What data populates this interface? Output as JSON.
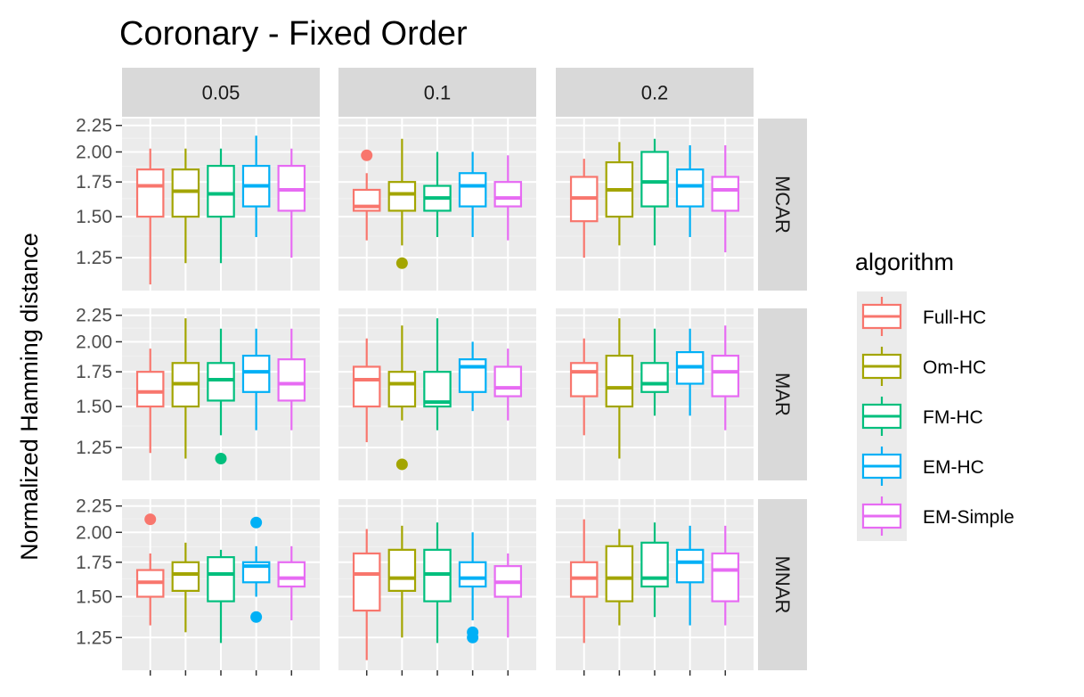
{
  "chart_data": {
    "type": "boxplot",
    "title": "Coronary - Fixed Order",
    "ylabel": "Normalized Hamming distance",
    "xlabel": "",
    "y_scale": "log",
    "ylim": [
      1.08,
      2.32
    ],
    "yticks": [
      1.25,
      1.5,
      1.75,
      2.0,
      2.25
    ],
    "ytick_labels": [
      "1.25",
      "1.50",
      "1.75",
      "2.00",
      "2.25"
    ],
    "x_tick_labels_shown": false,
    "grid": true,
    "legend": {
      "title": "algorithm",
      "placement": "right"
    },
    "columns": [
      "0.05",
      "0.1",
      "0.2"
    ],
    "rows": [
      "MCAR",
      "MAR",
      "MNAR"
    ],
    "algorithms": [
      {
        "name": "Full-HC",
        "color": "#F8766D"
      },
      {
        "name": "Om-HC",
        "color": "#A3A500"
      },
      {
        "name": "FM-HC",
        "color": "#00BF7D"
      },
      {
        "name": "EM-HC",
        "color": "#00B0F6"
      },
      {
        "name": "EM-Simple",
        "color": "#E76BF3"
      }
    ],
    "panels": [
      {
        "row": "MCAR",
        "col": "0.05",
        "boxes": [
          {
            "algorithm": "Full-HC",
            "min": 1.11,
            "q1": 1.5,
            "median": 1.72,
            "q3": 1.85,
            "max": 2.03,
            "outliers": []
          },
          {
            "algorithm": "Om-HC",
            "min": 1.22,
            "q1": 1.5,
            "median": 1.68,
            "q3": 1.85,
            "max": 2.03,
            "outliers": []
          },
          {
            "algorithm": "FM-HC",
            "min": 1.22,
            "q1": 1.5,
            "median": 1.66,
            "q3": 1.88,
            "max": 2.03,
            "outliers": []
          },
          {
            "algorithm": "EM-HC",
            "min": 1.37,
            "q1": 1.57,
            "median": 1.72,
            "q3": 1.88,
            "max": 2.15,
            "outliers": []
          },
          {
            "algorithm": "EM-Simple",
            "min": 1.25,
            "q1": 1.54,
            "median": 1.69,
            "q3": 1.88,
            "max": 2.03,
            "outliers": []
          }
        ]
      },
      {
        "row": "MCAR",
        "col": "0.1",
        "boxes": [
          {
            "algorithm": "Full-HC",
            "min": 1.35,
            "q1": 1.54,
            "median": 1.57,
            "q3": 1.69,
            "max": 1.82,
            "outliers": [
              1.97
            ]
          },
          {
            "algorithm": "Om-HC",
            "min": 1.32,
            "q1": 1.54,
            "median": 1.66,
            "q3": 1.75,
            "max": 2.12,
            "outliers": [
              1.22
            ]
          },
          {
            "algorithm": "FM-HC",
            "min": 1.37,
            "q1": 1.54,
            "median": 1.63,
            "q3": 1.72,
            "max": 2.0,
            "outliers": []
          },
          {
            "algorithm": "EM-HC",
            "min": 1.37,
            "q1": 1.57,
            "median": 1.72,
            "q3": 1.82,
            "max": 2.0,
            "outliers": []
          },
          {
            "algorithm": "EM-Simple",
            "min": 1.35,
            "q1": 1.57,
            "median": 1.63,
            "q3": 1.75,
            "max": 1.97,
            "outliers": []
          }
        ]
      },
      {
        "row": "MCAR",
        "col": "0.2",
        "boxes": [
          {
            "algorithm": "Full-HC",
            "min": 1.25,
            "q1": 1.47,
            "median": 1.63,
            "q3": 1.79,
            "max": 1.94,
            "outliers": []
          },
          {
            "algorithm": "Om-HC",
            "min": 1.32,
            "q1": 1.5,
            "median": 1.69,
            "q3": 1.91,
            "max": 2.09,
            "outliers": []
          },
          {
            "algorithm": "FM-HC",
            "min": 1.32,
            "q1": 1.57,
            "median": 1.75,
            "q3": 2.0,
            "max": 2.12,
            "outliers": []
          },
          {
            "algorithm": "EM-HC",
            "min": 1.37,
            "q1": 1.57,
            "median": 1.72,
            "q3": 1.85,
            "max": 2.06,
            "outliers": []
          },
          {
            "algorithm": "EM-Simple",
            "min": 1.28,
            "q1": 1.54,
            "median": 1.69,
            "q3": 1.79,
            "max": 2.06,
            "outliers": []
          }
        ]
      },
      {
        "row": "MAR",
        "col": "0.05",
        "boxes": [
          {
            "algorithm": "Full-HC",
            "min": 1.22,
            "q1": 1.5,
            "median": 1.6,
            "q3": 1.75,
            "max": 1.94,
            "outliers": []
          },
          {
            "algorithm": "Om-HC",
            "min": 1.19,
            "q1": 1.5,
            "median": 1.66,
            "q3": 1.82,
            "max": 2.22,
            "outliers": []
          },
          {
            "algorithm": "FM-HC",
            "min": 1.32,
            "q1": 1.54,
            "median": 1.69,
            "q3": 1.82,
            "max": 2.12,
            "outliers": [
              1.19
            ]
          },
          {
            "algorithm": "EM-HC",
            "min": 1.35,
            "q1": 1.6,
            "median": 1.75,
            "q3": 1.88,
            "max": 2.12,
            "outliers": []
          },
          {
            "algorithm": "EM-Simple",
            "min": 1.35,
            "q1": 1.54,
            "median": 1.66,
            "q3": 1.85,
            "max": 2.12,
            "outliers": []
          }
        ]
      },
      {
        "row": "MAR",
        "col": "0.1",
        "boxes": [
          {
            "algorithm": "Full-HC",
            "min": 1.28,
            "q1": 1.5,
            "median": 1.69,
            "q3": 1.79,
            "max": 2.03,
            "outliers": []
          },
          {
            "algorithm": "Om-HC",
            "min": 1.41,
            "q1": 1.5,
            "median": 1.66,
            "q3": 1.75,
            "max": 2.15,
            "outliers": [
              1.16
            ]
          },
          {
            "algorithm": "FM-HC",
            "min": 1.35,
            "q1": 1.5,
            "median": 1.53,
            "q3": 1.75,
            "max": 2.22,
            "outliers": []
          },
          {
            "algorithm": "EM-HC",
            "min": 1.47,
            "q1": 1.6,
            "median": 1.79,
            "q3": 1.85,
            "max": 2.0,
            "outliers": []
          },
          {
            "algorithm": "EM-Simple",
            "min": 1.41,
            "q1": 1.57,
            "median": 1.63,
            "q3": 1.79,
            "max": 1.94,
            "outliers": []
          }
        ]
      },
      {
        "row": "MAR",
        "col": "0.2",
        "boxes": [
          {
            "algorithm": "Full-HC",
            "min": 1.32,
            "q1": 1.57,
            "median": 1.75,
            "q3": 1.82,
            "max": 2.03,
            "outliers": []
          },
          {
            "algorithm": "Om-HC",
            "min": 1.19,
            "q1": 1.5,
            "median": 1.63,
            "q3": 1.88,
            "max": 2.22,
            "outliers": []
          },
          {
            "algorithm": "FM-HC",
            "min": 1.44,
            "q1": 1.6,
            "median": 1.66,
            "q3": 1.82,
            "max": 2.12,
            "outliers": []
          },
          {
            "algorithm": "EM-HC",
            "min": 1.44,
            "q1": 1.66,
            "median": 1.79,
            "q3": 1.91,
            "max": 2.12,
            "outliers": []
          },
          {
            "algorithm": "EM-Simple",
            "min": 1.35,
            "q1": 1.57,
            "median": 1.75,
            "q3": 1.88,
            "max": 2.15,
            "outliers": []
          }
        ]
      },
      {
        "row": "MNAR",
        "col": "0.05",
        "boxes": [
          {
            "algorithm": "Full-HC",
            "min": 1.32,
            "q1": 1.5,
            "median": 1.6,
            "q3": 1.69,
            "max": 1.82,
            "outliers": [
              2.12
            ]
          },
          {
            "algorithm": "Om-HC",
            "min": 1.28,
            "q1": 1.54,
            "median": 1.66,
            "q3": 1.75,
            "max": 1.91,
            "outliers": []
          },
          {
            "algorithm": "FM-HC",
            "min": 1.22,
            "q1": 1.47,
            "median": 1.66,
            "q3": 1.79,
            "max": 1.85,
            "outliers": []
          },
          {
            "algorithm": "EM-HC",
            "min": 1.5,
            "q1": 1.6,
            "median": 1.72,
            "q3": 1.75,
            "max": 1.88,
            "outliers": [
              2.09,
              1.37
            ]
          },
          {
            "algorithm": "EM-Simple",
            "min": 1.35,
            "q1": 1.57,
            "median": 1.63,
            "q3": 1.75,
            "max": 1.88,
            "outliers": []
          }
        ]
      },
      {
        "row": "MNAR",
        "col": "0.1",
        "boxes": [
          {
            "algorithm": "Full-HC",
            "min": 1.13,
            "q1": 1.41,
            "median": 1.66,
            "q3": 1.82,
            "max": 2.03,
            "outliers": []
          },
          {
            "algorithm": "Om-HC",
            "min": 1.25,
            "q1": 1.54,
            "median": 1.63,
            "q3": 1.85,
            "max": 2.06,
            "outliers": []
          },
          {
            "algorithm": "FM-HC",
            "min": 1.22,
            "q1": 1.47,
            "median": 1.66,
            "q3": 1.85,
            "max": 2.09,
            "outliers": []
          },
          {
            "algorithm": "EM-HC",
            "min": 1.35,
            "q1": 1.57,
            "median": 1.63,
            "q3": 1.75,
            "max": 2.0,
            "outliers": [
              1.28,
              1.25
            ]
          },
          {
            "algorithm": "EM-Simple",
            "min": 1.25,
            "q1": 1.5,
            "median": 1.6,
            "q3": 1.72,
            "max": 1.82,
            "outliers": []
          }
        ]
      },
      {
        "row": "MNAR",
        "col": "0.2",
        "boxes": [
          {
            "algorithm": "Full-HC",
            "min": 1.22,
            "q1": 1.5,
            "median": 1.63,
            "q3": 1.75,
            "max": 2.12,
            "outliers": []
          },
          {
            "algorithm": "Om-HC",
            "min": 1.32,
            "q1": 1.47,
            "median": 1.63,
            "q3": 1.88,
            "max": 2.03,
            "outliers": []
          },
          {
            "algorithm": "FM-HC",
            "min": 1.37,
            "q1": 1.57,
            "median": 1.63,
            "q3": 1.91,
            "max": 2.09,
            "outliers": []
          },
          {
            "algorithm": "EM-HC",
            "min": 1.32,
            "q1": 1.6,
            "median": 1.75,
            "q3": 1.85,
            "max": 2.06,
            "outliers": []
          },
          {
            "algorithm": "EM-Simple",
            "min": 1.32,
            "q1": 1.47,
            "median": 1.69,
            "q3": 1.82,
            "max": 2.06,
            "outliers": []
          }
        ]
      }
    ]
  }
}
